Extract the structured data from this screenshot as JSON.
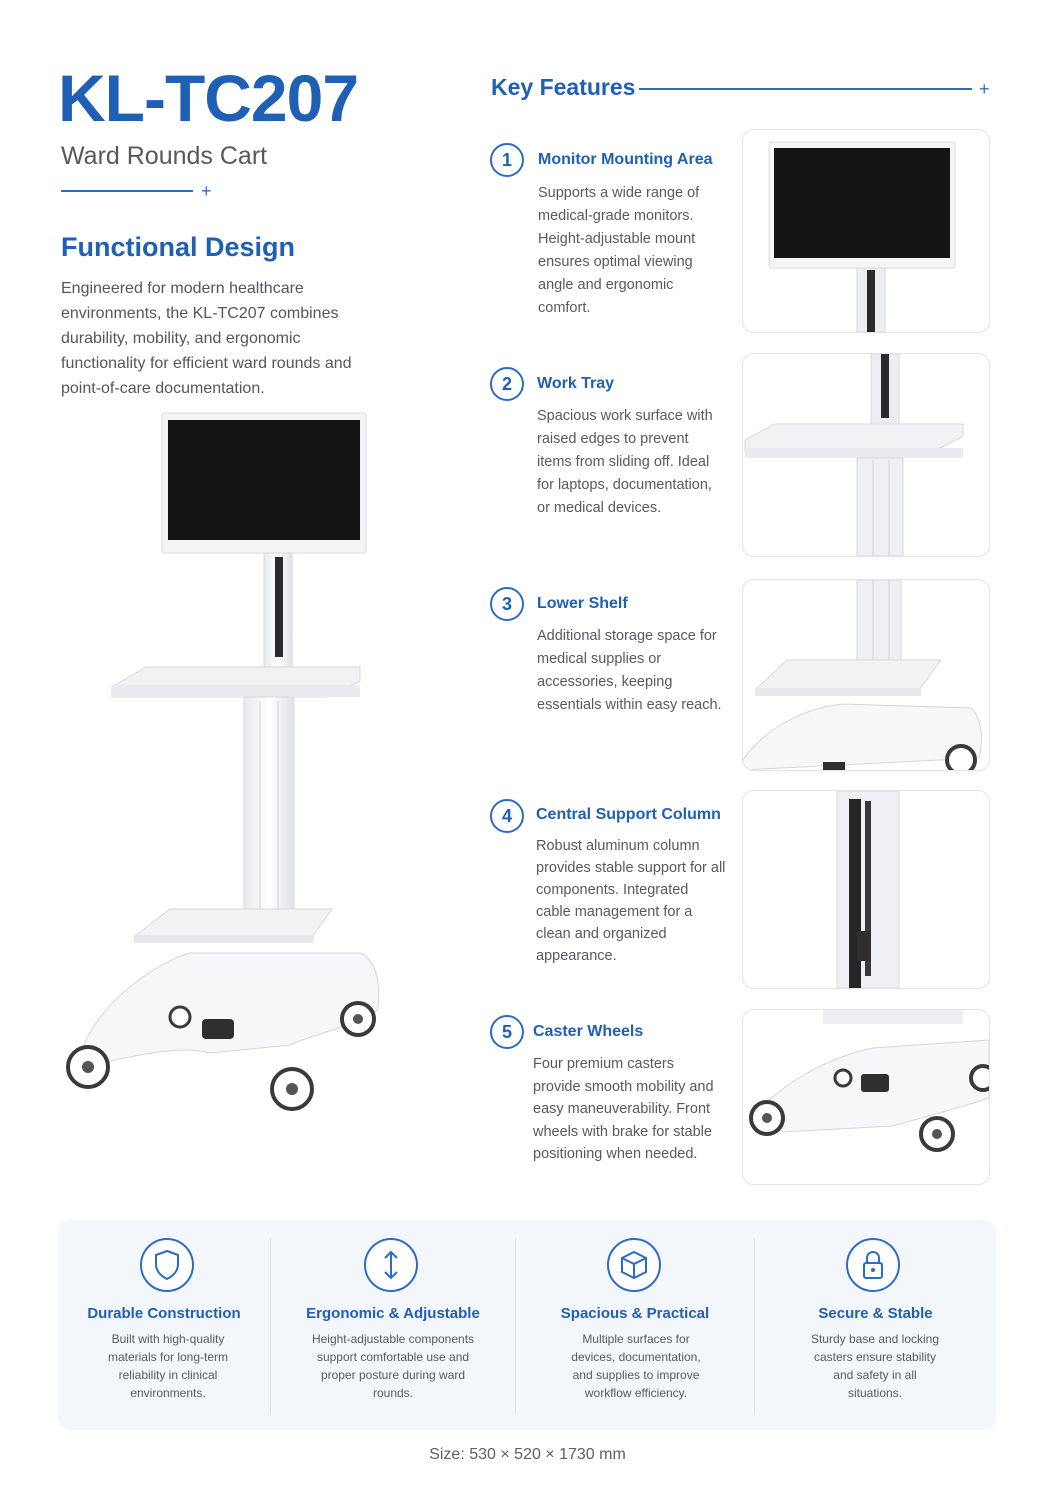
{
  "header": {
    "model": "KL-TC207",
    "subtitle": "Ward Rounds Cart"
  },
  "functional": {
    "title": "Functional Design",
    "description": "Engineered for modern healthcare environments, the KL-TC207 combines durability, mobility, and ergonomic functionality for efficient ward rounds and point-of-care documentation."
  },
  "key_features": {
    "title": "Key Features",
    "items": [
      {
        "num": "1",
        "title": "Monitor Mounting Area",
        "desc": "Supports a wide range of medical-grade monitors. Height-adjustable mount ensures optimal viewing angle and ergonomic comfort."
      },
      {
        "num": "2",
        "title": "Work Tray",
        "desc": "Spacious work surface with raised edges to prevent items from sliding off. Ideal for laptops, documentation, or medical devices."
      },
      {
        "num": "3",
        "title": "Lower Shelf",
        "desc": "Additional storage space for medical supplies or accessories, keeping essentials within easy reach."
      },
      {
        "num": "4",
        "title": "Central Support Column",
        "desc": "Robust aluminum column provides stable support for all components. Integrated cable management for a clean and organized appearance."
      },
      {
        "num": "5",
        "title": "Caster Wheels",
        "desc": "Four premium casters provide smooth mobility and easy maneuverability. Front wheels with brake for stable positioning when needed."
      }
    ]
  },
  "benefits": [
    {
      "icon": "shield-icon",
      "title": "Durable Construction",
      "desc": "Built with high-quality materials for long-term reliability in clinical environments."
    },
    {
      "icon": "vertical-arrows-icon",
      "title": "Ergonomic & Adjustable",
      "desc": "Height-adjustable components support comfortable use and proper posture during ward rounds."
    },
    {
      "icon": "box-icon",
      "title": "Spacious & Practical",
      "desc": "Multiple surfaces for devices, documentation, and supplies to improve workflow efficiency."
    },
    {
      "icon": "lock-icon",
      "title": "Secure & Stable",
      "desc": "Sturdy base and locking casters ensure stability and safety in all situations."
    }
  ],
  "size": "Size: 530 × 520 × 1730 mm",
  "colors": {
    "accent": "#1f5fb4",
    "text": "#4a4f57",
    "panel": "#f3f6fa"
  }
}
